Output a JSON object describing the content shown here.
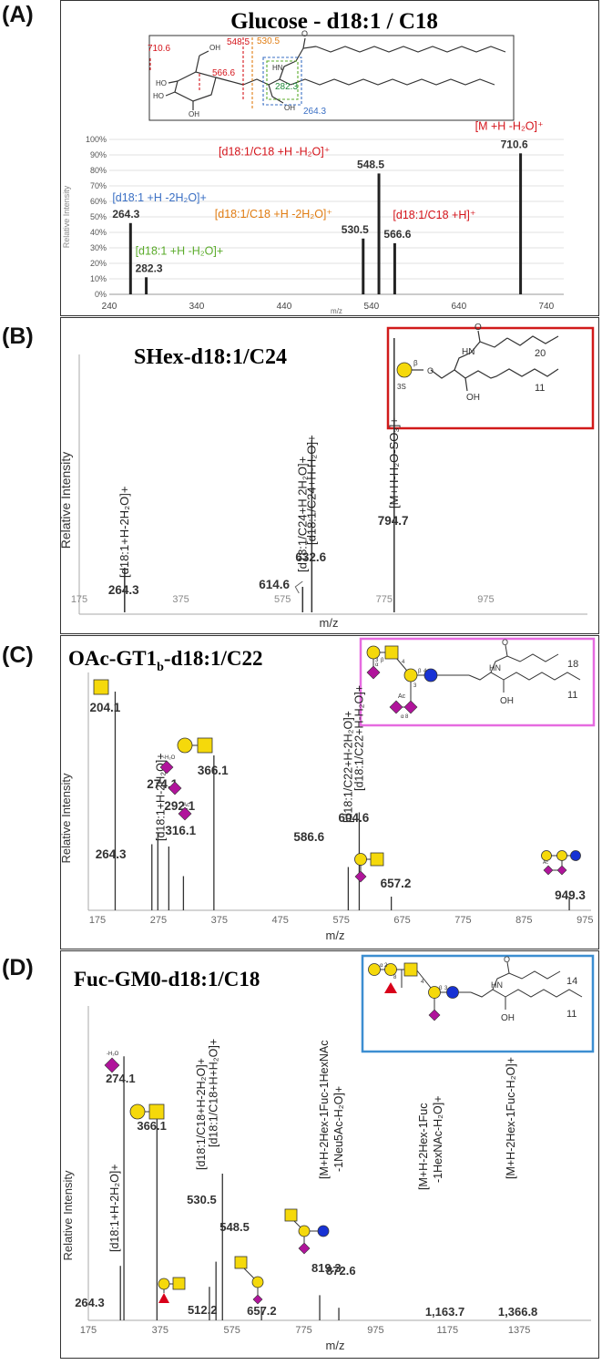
{
  "colors": {
    "red": "#d4141b",
    "blue": "#3a6fc4",
    "green": "#5aab2a",
    "orange": "#e07c12",
    "glycan_yellow": "#f5d90b",
    "glycan_purple": "#b0149b",
    "glycan_blue": "#1732d4",
    "fuc_red": "#d8001a",
    "box_red": "#d11a1a",
    "box_pink": "#e66be0",
    "box_blue": "#3c8ed1",
    "text_dark": "#333333"
  },
  "panel_letters": [
    "(A)",
    "(B)",
    "(C)",
    "(D)"
  ],
  "chart_data": [
    {
      "type": "bar",
      "title": "Glucose - d18:1 / C18",
      "xlabel": "m/z",
      "ylabel": "Relative Intensity",
      "xlim": [
        240,
        760
      ],
      "ylim": [
        0,
        100
      ],
      "xticks": [
        "240",
        "340",
        "440",
        "540",
        "640",
        "740"
      ],
      "yticks": [
        "0%",
        "10%",
        "20%",
        "30%",
        "40%",
        "50%",
        "60%",
        "70%",
        "80%",
        "90%",
        "100%"
      ],
      "peaks": [
        {
          "mz": 264.3,
          "value": 46,
          "label": "264.3",
          "annotation": "[d18:1 +H -2H₂O]+",
          "color": "blue"
        },
        {
          "mz": 282.3,
          "value": 11,
          "label": "282.3",
          "annotation": "[d18:1 +H -H₂O]+",
          "color": "green"
        },
        {
          "mz": 530.5,
          "value": 36,
          "label": "530.5",
          "annotation": "[d18:1/C18 +H -2H₂O]⁺",
          "color": "orange"
        },
        {
          "mz": 548.5,
          "value": 78,
          "label": "548.5",
          "annotation": "[d18:1/C18 +H -H₂O]⁺",
          "color": "red"
        },
        {
          "mz": 566.6,
          "value": 33,
          "label": "566.6",
          "annotation": "[d18:1/C18 +H]⁺",
          "color": "red"
        },
        {
          "mz": 710.6,
          "value": 91,
          "label": "710.6",
          "annotation": "[M +H -H₂O]⁺",
          "color": "red"
        }
      ],
      "structure_labels": [
        "710.6",
        "548.5",
        "530.5",
        "566.6",
        "282.3",
        "264.3"
      ]
    },
    {
      "type": "bar",
      "title": "SHex-d18:1/C24",
      "xlabel": "m/z",
      "ylabel": "Relative Intensity",
      "xlim": [
        175,
        1175
      ],
      "xticks": [
        "175",
        "375",
        "575",
        "775",
        "975"
      ],
      "peaks": [
        {
          "mz": 264.3,
          "value": 7,
          "label": "264.3",
          "annotation": "[d18:1+H-2H₂O]+"
        },
        {
          "mz": 614.6,
          "value": 4,
          "label": "614.6",
          "annotation": "[d18:1/C24+H 2H₂O]+"
        },
        {
          "mz": 632.6,
          "value": 27,
          "label": "632.6",
          "annotation": "[d18:1/C24+H-H₂O]+"
        },
        {
          "mz": 794.7,
          "value": 43,
          "label": "794.7",
          "annotation": "[M+H-H₂O-SO₃]+"
        }
      ],
      "structure_labels": [
        "3S",
        "β",
        "20",
        "11",
        "OH"
      ]
    },
    {
      "type": "bar",
      "title": "OAc-GT1b-d18:1/C22",
      "title_main": "OAc-GT1",
      "title_sub": "b",
      "title_end": "-d18:1/C22",
      "xlabel": "m/z",
      "ylabel": "Relative Intensity",
      "xlim": [
        175,
        1000
      ],
      "xticks": [
        "175",
        "275",
        "375",
        "475",
        "575",
        "675",
        "775",
        "875",
        "975"
      ],
      "peaks": [
        {
          "mz": 204.1,
          "value": 96,
          "label": "204.1"
        },
        {
          "mz": 264.3,
          "value": 29,
          "label": "264.3",
          "annotation": "[d18:1+H-2H₂O]+"
        },
        {
          "mz": 274.1,
          "value": 34,
          "label": "274.1"
        },
        {
          "mz": 292.1,
          "value": 28,
          "label": "292.1"
        },
        {
          "mz": 316.1,
          "value": 15,
          "label": "316.1"
        },
        {
          "mz": 366.1,
          "value": 68,
          "label": "366.1"
        },
        {
          "mz": 586.6,
          "value": 19,
          "label": "586.6",
          "annotation": "[d18:1/C22+H-2H₂O]+"
        },
        {
          "mz": 604.6,
          "value": 43,
          "label": "604.6",
          "annotation": "[d18:1/C22+H-H₂O]+"
        },
        {
          "mz": 657.2,
          "value": 6,
          "label": "657.2"
        },
        {
          "mz": 949.3,
          "value": 6,
          "label": "949.3"
        }
      ],
      "glycan_labels": [
        "-H₂O",
        "Ac",
        "Ac"
      ],
      "structure_labels": [
        "β",
        "3",
        "α",
        "8",
        "α",
        "3",
        "β",
        "4",
        "β",
        "4",
        "β",
        "Ac",
        "α",
        "8",
        "α",
        "18",
        "11",
        "OH"
      ]
    },
    {
      "type": "bar",
      "title": "Fuc-GM0-d18:1/C18",
      "xlabel": "m/z",
      "ylabel": "Relative Intensity",
      "xlim": [
        175,
        1575
      ],
      "xticks": [
        "175",
        "375",
        "575",
        "775",
        "975",
        "1175",
        "1375"
      ],
      "peaks": [
        {
          "mz": 264.3,
          "value": 13,
          "label": "264.3",
          "annotation": "[d18:1+H-2H₂O]+"
        },
        {
          "mz": 274.1,
          "value": 63,
          "label": "274.1"
        },
        {
          "mz": 366.1,
          "value": 48,
          "label": "366.1"
        },
        {
          "mz": 512.2,
          "value": 8,
          "label": "512.2"
        },
        {
          "mz": 530.5,
          "value": 14,
          "label": "530.5",
          "annotation": "[d18:1/C18+H-2H₂O]+"
        },
        {
          "mz": 548.5,
          "value": 35,
          "label": "548.5",
          "annotation": "[d18:1/C18+H+H₂O]+"
        },
        {
          "mz": 657.2,
          "value": 3,
          "label": "657.2"
        },
        {
          "mz": 819.3,
          "value": 6,
          "label": "819.3"
        },
        {
          "mz": 872.6,
          "value": 3,
          "label": "872.6",
          "annotation": "[M+H-2Hex-1Fuc-1HexNAc",
          "annotation2": "-1Neu5Ac-H₂O]+"
        },
        {
          "mz": 1163.7,
          "value": 0,
          "label": "1,163.7",
          "annotation": "[M+H-2Hex-1Fuc",
          "annotation2": "-1HexNAc-H₂O]+"
        },
        {
          "mz": 1366.8,
          "value": 0,
          "label": "1,366.8",
          "annotation": "[M+H-2Hex-1Fuc-H₂O]+"
        }
      ],
      "glycan_labels": [
        "-H₂O"
      ],
      "structure_labels": [
        "α",
        "2",
        "β",
        "3",
        "β",
        "4",
        "β",
        "3",
        "β",
        "4",
        "α",
        "8",
        "14",
        "11",
        "OH"
      ]
    }
  ]
}
